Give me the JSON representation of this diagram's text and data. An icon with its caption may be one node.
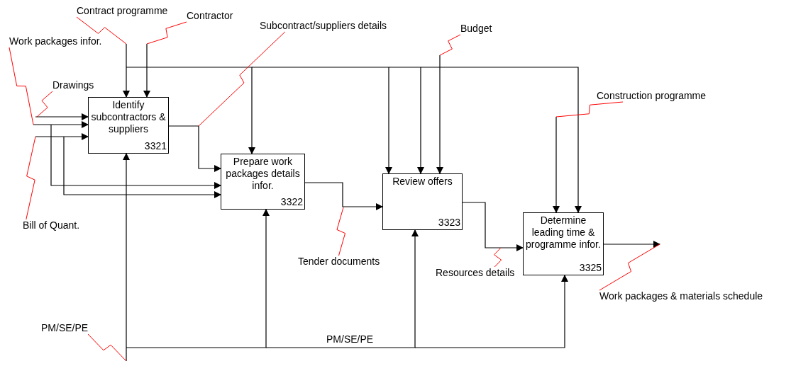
{
  "diagram": {
    "nodes": [
      {
        "text": [
          "Identify subcontractors & suppliers",
          "3321"
        ]
      },
      {
        "text": [
          "Prepare work packages details infor.",
          "3322"
        ]
      },
      {
        "text": [
          "Review offers",
          "3323"
        ]
      },
      {
        "text": [
          "Determine leading time & programme infor.",
          "3325"
        ]
      },
      {
        "text": [
          "Contract programme"
        ]
      },
      {
        "text": [
          "Contractor"
        ]
      },
      {
        "text": [
          "Subcontract/suppliers details"
        ]
      },
      {
        "text": [
          "Budget"
        ]
      },
      {
        "text": [
          "Work packages infor."
        ]
      },
      {
        "text": [
          "Drawings"
        ]
      },
      {
        "text": [
          "Construction programme"
        ]
      },
      {
        "text": [
          "Bill of Quant."
        ]
      },
      {
        "text": [
          "Tender documents"
        ]
      },
      {
        "text": [
          "Resources details"
        ]
      },
      {
        "text": [
          "Work packages & materials schedule"
        ]
      },
      {
        "text": [
          "PM/SE/PE"
        ]
      }
    ],
    "edges": [
      {
        "from": null,
        "to": 0,
        "arrow": "to"
      },
      {
        "from": null,
        "to": 0,
        "arrow": "to"
      },
      {
        "from": null,
        "to": 1,
        "arrow": "to"
      },
      {
        "from": null,
        "to": 0,
        "arrow": "to"
      },
      {
        "from": null,
        "to": 1,
        "arrow": "to"
      },
      {
        "from": null,
        "to": 0,
        "arrow": "to"
      },
      {
        "from": null,
        "to": 1,
        "arrow": "to"
      },
      {
        "from": null,
        "to": 2,
        "arrow": "to"
      },
      {
        "from": null,
        "to": 2,
        "arrow": "to"
      },
      {
        "from": null,
        "to": 3,
        "arrow": "to"
      },
      {
        "from": null,
        "to": 0,
        "arrow": "to"
      },
      {
        "from": 0,
        "to": 1,
        "arrow": "to"
      },
      {
        "from": null,
        "to": 2,
        "arrow": "to"
      },
      {
        "from": 1,
        "to": 2,
        "arrow": "to"
      },
      {
        "from": 2,
        "to": 3,
        "arrow": "to"
      },
      {
        "from": null,
        "to": 3,
        "arrow": "to"
      },
      {
        "from": 3,
        "to": null,
        "arrow": "to"
      },
      {
        "from": null,
        "to": 0,
        "arrow": "to"
      },
      {
        "from": null,
        "to": 1,
        "arrow": "to"
      },
      {
        "from": null,
        "to": 2,
        "arrow": "to",
        "label": "PM/SE/PE"
      },
      {
        "from": null,
        "to": 3,
        "arrow": "to"
      },
      {
        "from": 9,
        "to": null,
        "arrow": "none",
        "color": "#ff0000"
      },
      {
        "from": 8,
        "to": null,
        "arrow": "none",
        "color": "#ff0000"
      },
      {
        "from": 11,
        "to": null,
        "arrow": "none",
        "color": "#ff0000"
      },
      {
        "from": 4,
        "to": null,
        "arrow": "none",
        "color": "#ff0000"
      },
      {
        "from": 5,
        "to": null,
        "arrow": "none",
        "color": "#ff0000"
      },
      {
        "from": 6,
        "to": null,
        "arrow": "none",
        "color": "#ff0000"
      },
      {
        "from": 7,
        "to": null,
        "arrow": "none",
        "color": "#ff0000"
      },
      {
        "from": 12,
        "to": null,
        "arrow": "none",
        "color": "#ff0000"
      },
      {
        "from": 13,
        "to": null,
        "arrow": "none",
        "color": "#ff0000"
      },
      {
        "from": 10,
        "to": null,
        "arrow": "none",
        "color": "#ff0000"
      },
      {
        "from": 14,
        "to": null,
        "arrow": "none",
        "color": "#ff0000"
      },
      {
        "from": 15,
        "to": null,
        "arrow": "none",
        "color": "#ff0000"
      }
    ]
  }
}
